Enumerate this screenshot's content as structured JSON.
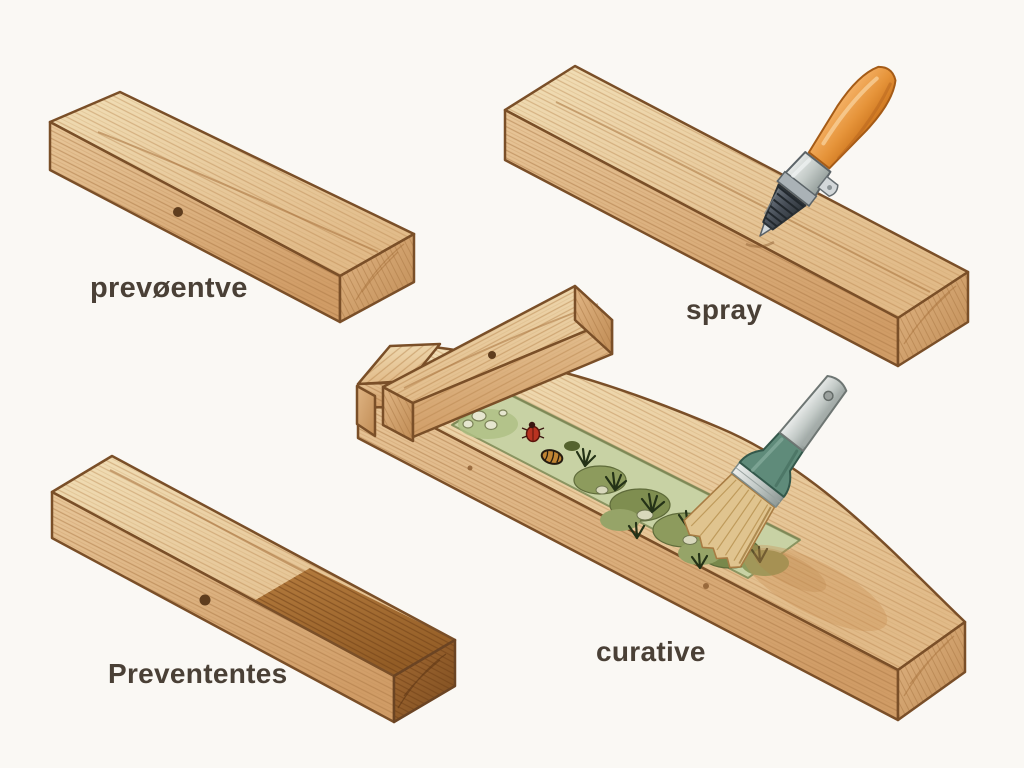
{
  "illustration": {
    "background_color": "#faf8f4",
    "panels": [
      {
        "name": "untreated-beam",
        "label_key": "top_left",
        "features": [
          "wood-beam",
          "bore-hole"
        ]
      },
      {
        "name": "spray-injection-beam",
        "label_key": "top_right",
        "features": [
          "wood-beam",
          "injector-tool"
        ]
      },
      {
        "name": "infested-beam",
        "label_key": "center",
        "features": [
          "wood-beam",
          "cross-beam",
          "fungus-channel",
          "beetle",
          "larva",
          "grass-tufts",
          "stones",
          "paint-brush",
          "bore-hole"
        ]
      },
      {
        "name": "partially-treated-beam",
        "label_key": "bottom_left",
        "features": [
          "wood-beam",
          "dark-treated-section",
          "bore-hole"
        ]
      }
    ]
  },
  "labels": {
    "top_left": "prevøentve",
    "top_right": "spray",
    "center": "curative",
    "bottom_left": "Prevententes"
  },
  "colors": {
    "background": "#faf8f4",
    "wood_light": "#ecd3a5",
    "wood_mid": "#dfb586",
    "wood_dark_stain": "#a86f34",
    "outline": "#7a4f28",
    "channel_green": "#c8d2a4",
    "moss_green": "#8d9b5d",
    "beetle_red": "#b93321",
    "brush_teal": "#5f8b7a",
    "handle_orange": "#e6943a",
    "metal_silver": "#d6d9d8",
    "label_text": "#4a4036"
  }
}
